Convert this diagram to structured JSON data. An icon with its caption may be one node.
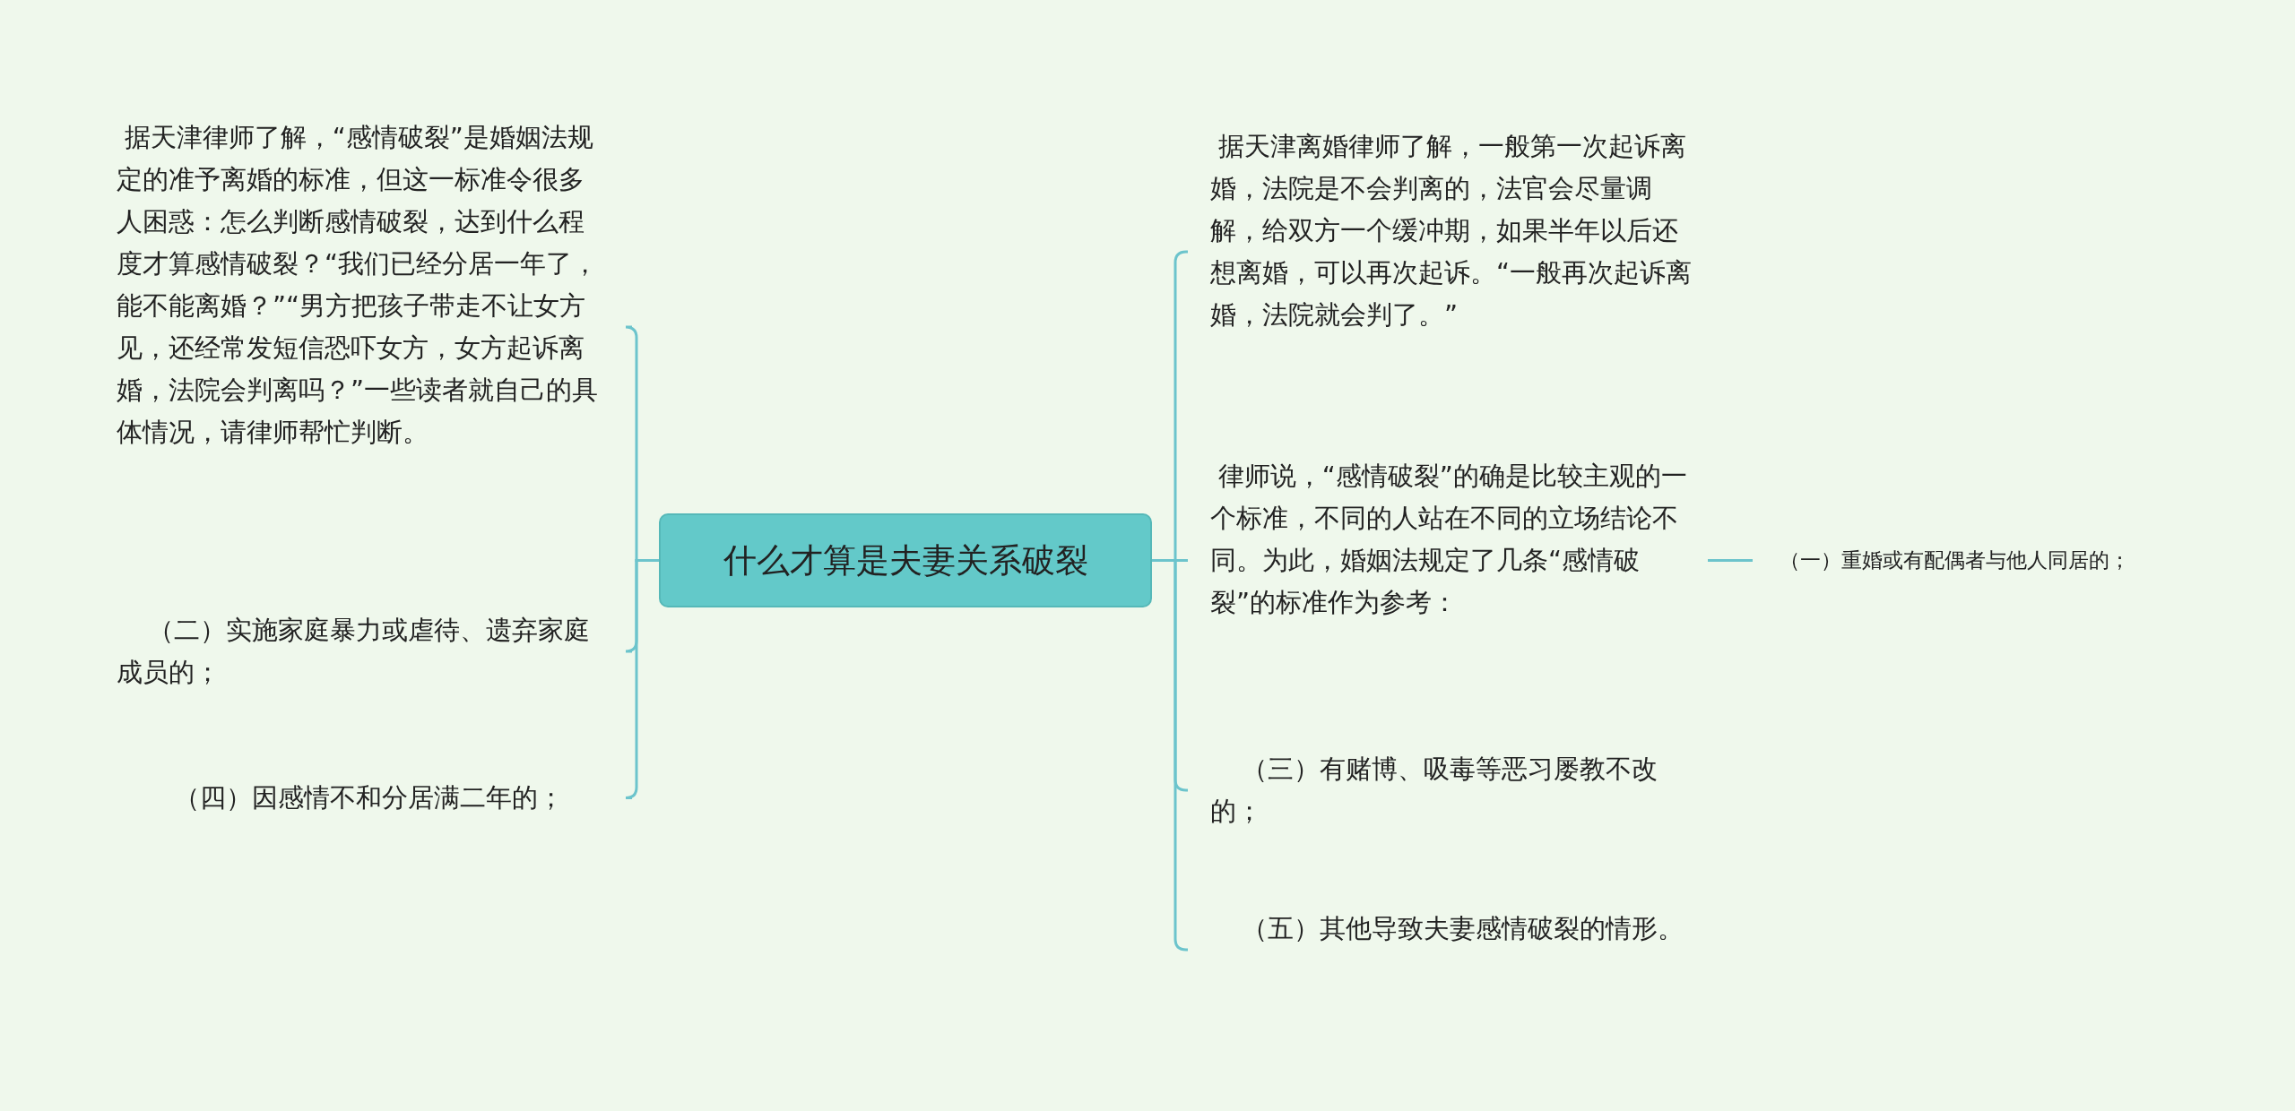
{
  "diagram": {
    "nodes": [
      {
        "text": [
          "什么才算是夫妻关系破裂"
        ]
      },
      {
        "text": [
          "据天津律师了解，“感情破裂”是婚姻法规定的准予离婚的标准，但这一标准令很多人困惑：怎么判断感情破裂，达到什么程度才算感情破裂？“我们已经分居一年了，能不能离婚？”“男方把孩子带走不让女方见，还经常发短信恐吓女方，女方起诉离婚，法院会判离吗？”一些读者就自己的具体情况，请律师帮忙判断。"
        ]
      },
      {
        "text": [
          "（二）实施家庭暴力或虐待、遗弃家庭成员的；"
        ]
      },
      {
        "text": [
          "（四）因感情不和分居满二年的；"
        ]
      },
      {
        "text": [
          "据天津离婚律师了解，一般第一次起诉离婚，法院是不会判离的，法官会尽量调解，给双方一个缓冲期，如果半年以后还想离婚，可以再次起诉。“一般再次起诉离婚，法院就会判了。”"
        ]
      },
      {
        "text": [
          "律师说，“感情破裂”的确是比较主观的一个标准，不同的人站在不同的立场结论不同。为此，婚姻法规定了几条“感情破裂”的标准作为参考："
        ]
      },
      {
        "text": [
          "（三）有赌博、吸毒等恶习屡教不改的；"
        ]
      },
      {
        "text": [
          "（五）其他导致夫妻感情破裂的情形。"
        ]
      },
      {
        "text": [
          "（一）重婚或有配偶者与他人同居的；"
        ]
      }
    ],
    "edges": [
      {
        "from": 0,
        "to": 1,
        "arrow": "none"
      },
      {
        "from": 0,
        "to": 2,
        "arrow": "none"
      },
      {
        "from": 0,
        "to": 3,
        "arrow": "none"
      },
      {
        "from": 0,
        "to": 4,
        "arrow": "none"
      },
      {
        "from": 0,
        "to": 5,
        "arrow": "none"
      },
      {
        "from": 0,
        "to": 6,
        "arrow": "none"
      },
      {
        "from": 0,
        "to": 7,
        "arrow": "none"
      },
      {
        "from": 5,
        "to": 8,
        "arrow": "none"
      }
    ]
  }
}
